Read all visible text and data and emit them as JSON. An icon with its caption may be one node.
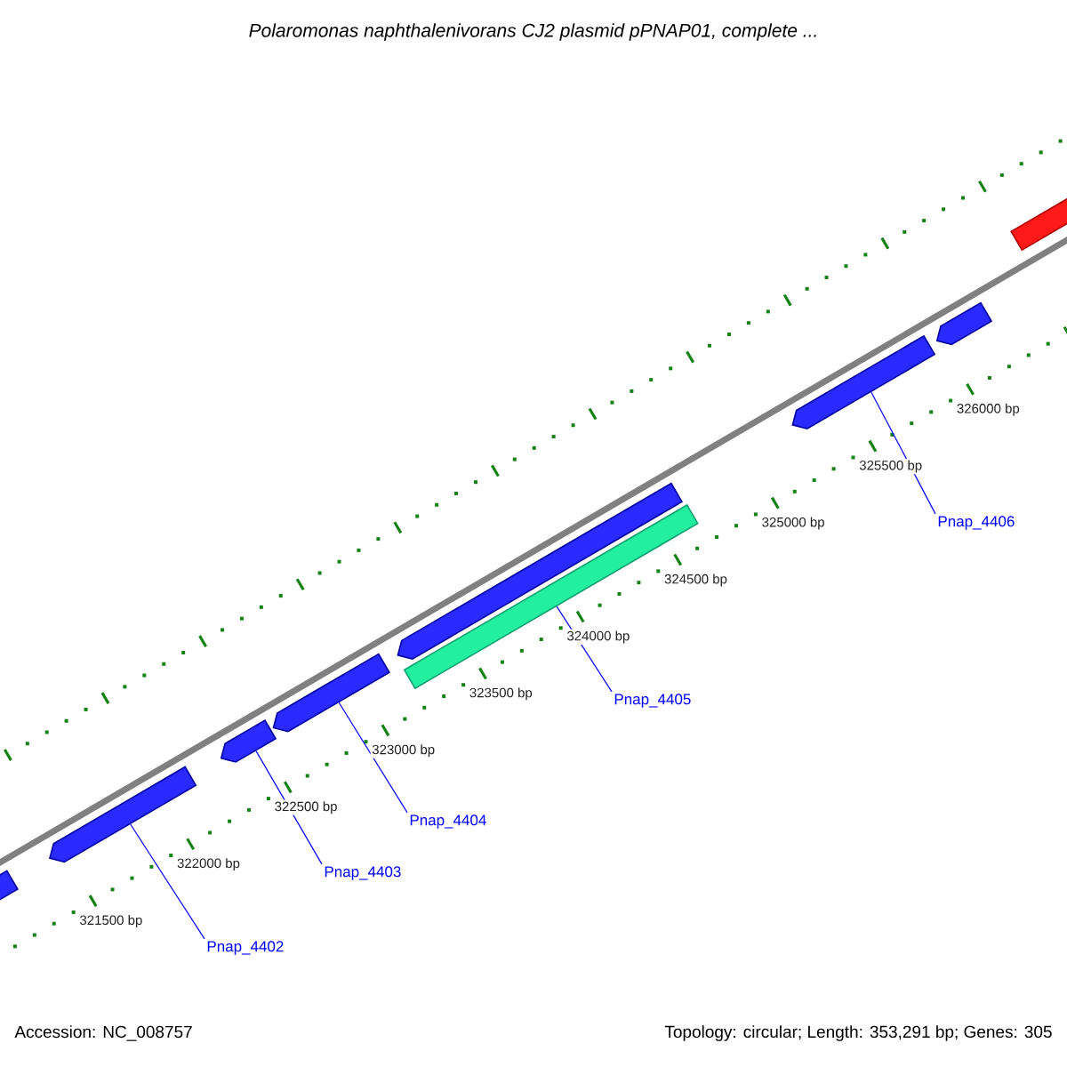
{
  "diagram": {
    "title": "*Polaromonas naphthalenivorans* CJ2 plasmid pPNAP01, complete ...",
    "nodes": [
      {
        "text": [],
        "shape": "bar"
      },
      {
        "text": [],
        "shape": "bar"
      },
      {
        "text": [],
        "shape": "bar"
      },
      {
        "text": [],
        "shape": "bar"
      },
      {
        "text": [],
        "shape": "bar"
      },
      {
        "text": [],
        "shape": "bar"
      },
      {
        "text": [],
        "shape": "bar"
      },
      {
        "text": [],
        "shape": "bar"
      },
      {
        "text": [],
        "shape": "bar"
      },
      {
        "text": [
          "Pnap_4402"
        ]
      },
      {
        "text": [
          "Pnap_4403"
        ]
      },
      {
        "text": [
          "Pnap_4404"
        ]
      },
      {
        "text": [
          "Pnap_4405"
        ]
      },
      {
        "text": [
          "Pnap_4406"
        ]
      }
    ],
    "edges": [
      {
        "from": 9,
        "to": 1,
        "arrow": "none"
      },
      {
        "from": 10,
        "to": 2,
        "arrow": "none"
      },
      {
        "from": 11,
        "to": 3,
        "arrow": "none"
      },
      {
        "from": 12,
        "to": 5,
        "arrow": "none"
      },
      {
        "from": 13,
        "to": 6,
        "arrow": "none"
      }
    ],
    "labels": [
      "321500 bp",
      "322000 bp",
      "322500 bp",
      "323000 bp",
      "323500 bp",
      "324000 bp",
      "324500 bp",
      "325000 bp",
      "325500 bp",
      "326000 bp",
      "Accession: NC_008757",
      "Topology: circular; Length: 353,291 bp; Genes: 305"
    ]
  }
}
